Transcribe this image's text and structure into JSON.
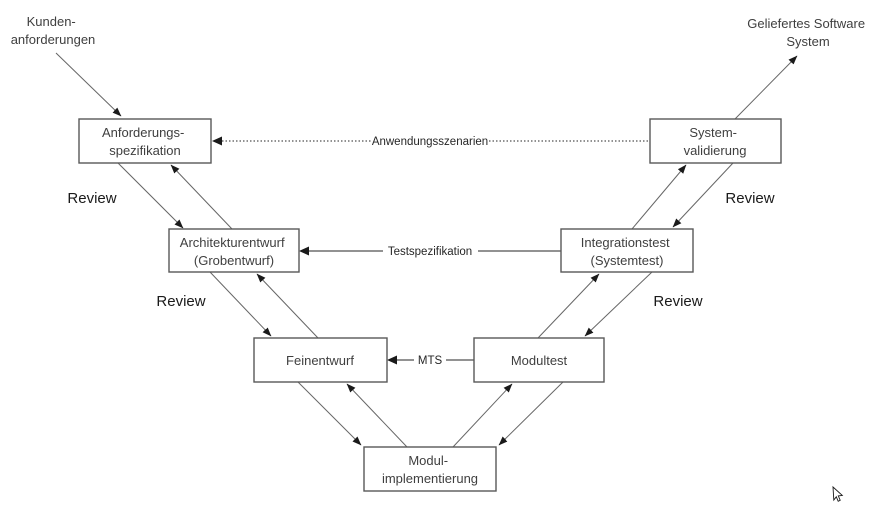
{
  "diagram": {
    "external_labels": {
      "customer_requirements": {
        "line1": "Kunden-",
        "line2": "anforderungen"
      },
      "delivered_system": {
        "line1": "Geliefertes Software",
        "line2": "System"
      }
    },
    "boxes": {
      "anforderungsspezifikation": {
        "line1": "Anforderungs-",
        "line2": "spezifikation"
      },
      "systemvalidierung": {
        "line1": "System-",
        "line2": "validierung"
      },
      "architekturentwurf": {
        "line1": "Architekturentwurf",
        "line2": "(Grobentwurf)"
      },
      "integrationstest": {
        "line1": "Integrationstest",
        "line2": "(Systemtest)"
      },
      "feinentwurf": {
        "label": "Feinentwurf"
      },
      "modultest": {
        "label": "Modultest"
      },
      "modulimplementierung": {
        "line1": "Modul-",
        "line2": "implementierung"
      }
    },
    "connector_labels": {
      "anwendungsszenarien": "Anwendungsszenarien",
      "testspezifikation": "Testspezifikation",
      "mts": "MTS"
    },
    "review_label": "Review",
    "colors": {
      "box_border": "#595959",
      "box_text": "#3f3f3f",
      "diagonal_line": "#666666",
      "arrowhead": "#1a1a1a",
      "background": "#ffffff"
    }
  }
}
